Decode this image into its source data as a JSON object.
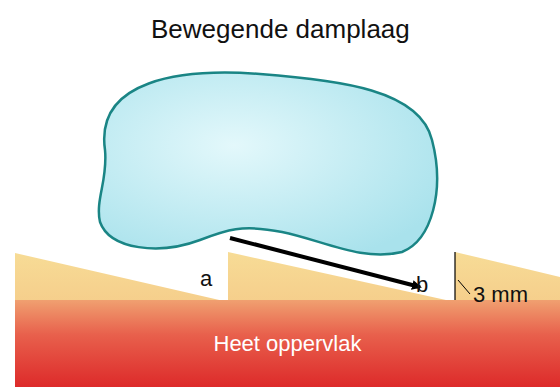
{
  "diagram": {
    "title": "Bewegende damplaag",
    "nodes": [
      {
        "text": [
          "Heet oppervlak"
        ]
      }
    ],
    "labels": [
      "a",
      "b",
      "3 mm"
    ]
  }
}
